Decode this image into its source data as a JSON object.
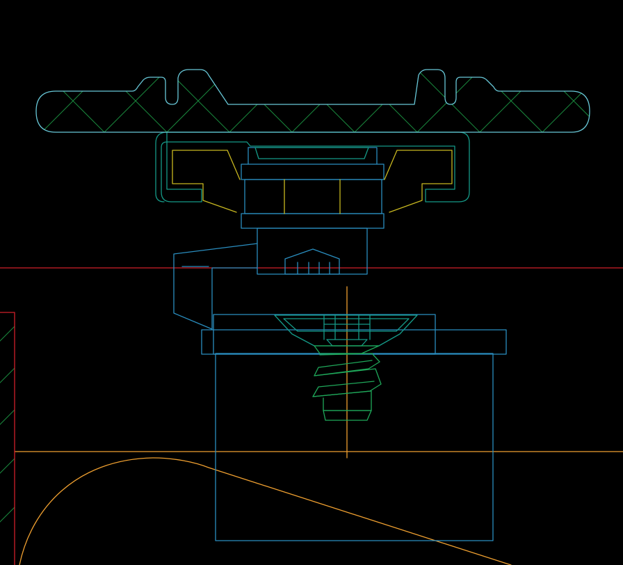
{
  "canvas": {
    "background": "#000000"
  },
  "colors": {
    "red": "#d0202a",
    "orange": "#f0a030",
    "cyan": "#68c8d8",
    "green": "#1fa85a",
    "teal": "#159a88",
    "yellow": "#c8b820",
    "blue": "#2a8ec0",
    "hatch": "#1b8a3e"
  },
  "parts": [
    "knob-handle",
    "gasket-ring",
    "retainer-clip",
    "collar-stack",
    "release-latch",
    "threaded-screw",
    "mounting-flange",
    "base-housing",
    "wall-section",
    "curved-edge"
  ]
}
